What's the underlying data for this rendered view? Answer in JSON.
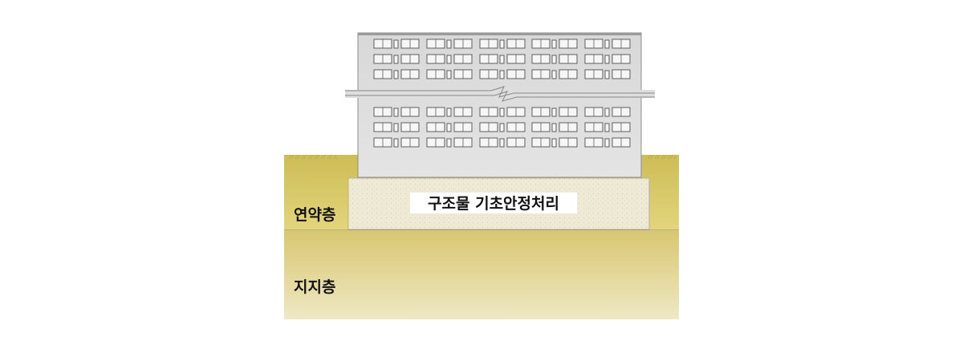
{
  "labels": {
    "soft_layer": "연약층",
    "bearing_layer": "지지층",
    "treatment": "구조물 기초안정처리"
  },
  "colors": {
    "soft_layer_top": "#cfbf58",
    "soft_layer_bottom": "#e0d27a",
    "bearing_layer_top": "#d9c873",
    "bearing_layer_bottom": "#eee6bf",
    "treated_zone": "#eeead8",
    "building_wall": "#dedede",
    "building_outline": "#8c8c8c"
  },
  "icons": {
    "window": "window-icon",
    "break_mark": "break-line-icon"
  }
}
